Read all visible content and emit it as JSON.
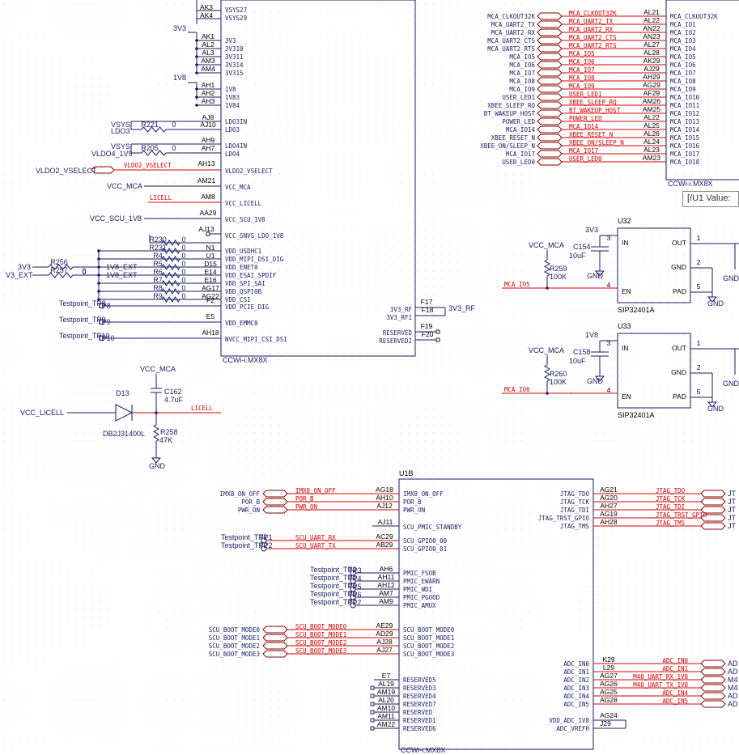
{
  "tooltip": "[/U1 Value:",
  "top_left": {
    "vsys_pins": [
      {
        "pin": "AK3",
        "net": "VSYS27"
      },
      {
        "pin": "AK4",
        "net": "VSYS29"
      }
    ],
    "v3v3_label": "3V3",
    "v3v3_pins": [
      {
        "pin": "AK1",
        "net": "3V3"
      },
      {
        "pin": "AL2",
        "net": "3V310"
      },
      {
        "pin": "AL3",
        "net": "3V311"
      },
      {
        "pin": "AM3",
        "net": "3V314"
      },
      {
        "pin": "AM4",
        "net": "3V315"
      }
    ],
    "v1v8_label": "1V8",
    "v1v8_pins": [
      {
        "pin": "AH1",
        "net": "1V8"
      },
      {
        "pin": "AH2",
        "net": "1V83"
      },
      {
        "pin": "AH3",
        "net": "1V84"
      }
    ],
    "ldo3": {
      "vsys": "VSYS",
      "ldo": "LDO3",
      "res": "R221",
      "val": "0",
      "pin1": "AJ8",
      "pin2": "AJ10",
      "net1": "LDO3IN",
      "net2": "LDO3"
    },
    "ldo4": {
      "vsys": "VSYS",
      "ldo": "VLDO4_1V5",
      "res": "R205",
      "val": "0",
      "pin1": "AH9",
      "pin2": "AH7",
      "net1": "LDO4IN",
      "net2": "LDO4"
    },
    "vldo2": {
      "label": "VLDO2_VSELECT",
      "red": "VLDO2_VSELECT",
      "pin": "AH13",
      "net": "VLDO2_VSELECT"
    },
    "vcc_mca": {
      "label": "VCC_MCA",
      "pin": "AM21",
      "net": "VCC_MCA"
    },
    "licell": {
      "red": "LICELL",
      "pin": "AM8",
      "net": "VCC_LICELL"
    },
    "vcc_scu": {
      "label": "VCC_SCU_1V8",
      "pin": "AA29",
      "net": "VCC_SCU_1V8"
    },
    "snvs": {
      "pin": "AJ13",
      "net": "VCC_SNVS_LDO_1V8"
    },
    "res_rows": [
      {
        "res": "R230",
        "val": "0",
        "pin": "",
        "net": ""
      },
      {
        "res": "R231",
        "val": "0",
        "pin": "N1",
        "net": "VDD_USDHC1"
      },
      {
        "res": "R4",
        "val": "0",
        "pin": "U1",
        "net": "VDD_MIPI_DSI_DIG"
      },
      {
        "res": "R5",
        "val": "0",
        "pin": "D15",
        "net": "VDD_ENET0"
      },
      {
        "res": "R6",
        "val": "0",
        "pin": "E14",
        "net": "VDD_ESAI_SPDIF"
      },
      {
        "res": "R7",
        "val": "0",
        "pin": "E16",
        "net": "VDD_SPI_SAI"
      },
      {
        "res": "R8",
        "val": "0",
        "pin": "AG17",
        "net": "VDD_QSPI0B"
      },
      {
        "res": "R9",
        "val": "0",
        "pin": "AG22",
        "net": "VDD_CSI"
      }
    ],
    "v3v3_ext": {
      "a": "3V3",
      "b": "V3_EXT",
      "r1": "R256",
      "r2": "R257",
      "v1": "0",
      "v2": "0",
      "ext1": "1V8_EXT",
      "ext2": "1V8_EXT"
    },
    "pcie": {
      "pin": "F2",
      "net": "VDD_PCIE_DIG",
      "tp": "Testpoint_TP8",
      "tpn": "TP8"
    },
    "emmc": {
      "pin": "E5",
      "net": "VDD_EMMC0",
      "tp": "Testpoint_TP9",
      "tpn": "TP9"
    },
    "csi": {
      "pin": "AH18",
      "net": "NVCC_MIPI_CSI_DSI",
      "tp": "Testpoint_TP10",
      "tpn": "TP10"
    },
    "rf": {
      "pin1": "F17",
      "pin2": "F18",
      "net1": "3V3_RF",
      "net2": "3V3_RF1",
      "out": "3V3_RF",
      "pin3": "F19",
      "pin4": "F20",
      "net3": "RESERVED",
      "net4": "RESERVED2"
    },
    "chip_name": "CCWi-i.MX8X"
  },
  "diode": {
    "vcc": "VCC_MCA",
    "c": "C162",
    "cval": "4.7uF",
    "d": "D13",
    "dpart": "DB2J31400L",
    "r": "R258",
    "rval": "47K",
    "gnd": "GND",
    "licell_in": "VCC_LICELL",
    "licell_out": "LICELL"
  },
  "mca": {
    "rows": [
      {
        "left": "MCA_CLKOUT32K",
        "red": "MCA_CLKOUT32K",
        "pin": "AL21",
        "net": "MCA_CLKOUT32K"
      },
      {
        "left": "MCA_UART2_TX",
        "red": "MCA_UART2_TX",
        "pin": "AL22",
        "net": "MCA_IO1"
      },
      {
        "left": "MCA_UART2_RX",
        "red": "MCA_UART2_RX",
        "pin": "AN22",
        "net": "MCA_IO2"
      },
      {
        "left": "MCA_UART2_CTS",
        "red": "MCA_UART2_CTS",
        "pin": "AN23",
        "net": "MCA_IO3"
      },
      {
        "left": "MCA_UART2_RTS",
        "red": "MCA_UART2_RTS",
        "pin": "AL27",
        "net": "MCA_IO4"
      },
      {
        "left": "MCA_IO5",
        "red": "MCA_IO5",
        "pin": "AL28",
        "net": "MCA_IO5"
      },
      {
        "left": "MCA_IO6",
        "red": "MCA_IO6",
        "pin": "AK29",
        "net": "MCA_IO6"
      },
      {
        "left": "MCA_IO7",
        "red": "MCA_IO7",
        "pin": "AJ29",
        "net": "MCA_IO7"
      },
      {
        "left": "MCA_IO8",
        "red": "MCA_IO8",
        "pin": "AH29",
        "net": "MCA_IO8"
      },
      {
        "left": "MCA_IO9",
        "red": "MCA_IO9",
        "pin": "AG29",
        "net": "MCA_IO9"
      },
      {
        "left": "USER_LED1",
        "red": "USER_LED1",
        "pin": "AF29",
        "net": "MCA_IO10"
      },
      {
        "left": "XBEE_SLEEP_RQ",
        "red": "XBEE_SLEEP_RQ",
        "pin": "AM26",
        "net": "MCA_IO11"
      },
      {
        "left": "BT_WAKEUP_HOST",
        "red": "BT_WAKEUP_HOST",
        "pin": "AM25",
        "net": "MCA_IO12"
      },
      {
        "left": "POWER_LED",
        "red": "POWER_LED",
        "pin": "AL22",
        "net": "MCA_IO13"
      },
      {
        "left": "MCA_IO14",
        "red": "MCA_IO14",
        "pin": "AL25",
        "net": "MCA_IO14"
      },
      {
        "left": "XBEE_RESET_N",
        "red": "XBEE_RESET_N",
        "pin": "AL26",
        "net": "MCA_IO15"
      },
      {
        "left": "XBEE_ON/SLEEP_N",
        "red": "XBEE_ON/SLEEP_N",
        "pin": "AL24",
        "net": "MCA_IO16"
      },
      {
        "left": "MCA_IO17",
        "red": "MCA_IO17",
        "pin": "AL23",
        "net": "MCA_IO17"
      },
      {
        "left": "USER_LED0",
        "red": "USER_LED0",
        "pin": "AM23",
        "net": "MCA_IO18"
      }
    ],
    "chip_name": "CCWi-i.MX8X"
  },
  "reg1": {
    "ref": "U32",
    "part": "SIP32401A",
    "v": "3V3",
    "cap": "C154",
    "cval": "10uF",
    "vcc": "VCC_MCA",
    "res": "R259",
    "rval": "100K",
    "en": "MCA_IO5",
    "gnd": "GND",
    "p_in": "IN",
    "p_en": "EN",
    "p_out": "OUT",
    "p_gnd": "GND",
    "p_pad": "PAD",
    "n3": "3",
    "n4": "4",
    "n1": "1",
    "n2": "2",
    "n5": "5"
  },
  "reg2": {
    "ref": "U33",
    "part": "SIP32401A",
    "v": "1V8",
    "cap": "C158",
    "cval": "10uF",
    "vcc": "VCC_MCA",
    "res": "R260",
    "rval": "100K",
    "en": "MCA_IO6",
    "gnd": "GND",
    "p_in": "IN",
    "p_en": "EN",
    "p_out": "OUT",
    "p_gnd": "GND",
    "p_pad": "PAD",
    "n3": "3",
    "n4": "4",
    "n1": "1",
    "n2": "2",
    "n5": "5"
  },
  "u1b": {
    "ref": "U1B",
    "chip_name": "CCWi-i.MX8X",
    "ctrl": [
      {
        "left": "IMX8_ON_OFF",
        "red": "IMX8_ON_OFF",
        "pin": "AG18",
        "net": "IMX8_ON_OFF"
      },
      {
        "left": "POR_B",
        "red": "POR_B",
        "pin": "AH10",
        "net": "POR_B"
      },
      {
        "left": "PWR_ON",
        "red": "PWR_ON",
        "pin": "AJ12",
        "net": "PWR_ON"
      }
    ],
    "standby": {
      "pin": "AJ11",
      "net": "SCU_PMIC_STANDBY"
    },
    "uart": [
      {
        "tp": "Testpoint_TP1",
        "tpn": "TP1",
        "red": "SCU_UART_RX",
        "pin": "AC29",
        "net": "SCU_GPIO0_00"
      },
      {
        "tp": "Testpoint_TP2",
        "tpn": "TP2",
        "red": "SCU_UART_TX",
        "pin": "AB29",
        "net": "SCU_GPIO0_01"
      }
    ],
    "pmic": [
      {
        "tp": "Testpoint_TP3",
        "tpn": "TP3",
        "pin": "AH6",
        "net": "PMIC_FSOB"
      },
      {
        "tp": "Testpoint_TP4",
        "tpn": "TP4",
        "pin": "AH11",
        "net": "PMIC_EWARN"
      },
      {
        "tp": "Testpoint_TP5",
        "tpn": "TP5",
        "pin": "AH12",
        "net": "PMIC_WDI"
      },
      {
        "tp": "Testpoint_TP6",
        "tpn": "TP6",
        "pin": "AM7",
        "net": "PMIC_PGOOD"
      },
      {
        "tp": "Testpoint_TP7",
        "tpn": "TP7",
        "pin": "AM9",
        "net": "PMIC_AMUX"
      }
    ],
    "boot": [
      {
        "left": "SCU_BOOT_MODE0",
        "red": "SCU_BOOT_MODE0",
        "pin": "AE29",
        "net": "SCU_BOOT_MODE0"
      },
      {
        "left": "SCU_BOOT_MODE1",
        "red": "SCU_BOOT_MODE1",
        "pin": "AD29",
        "net": "SCU_BOOT_MODE1"
      },
      {
        "left": "SCU_BOOT_MODE2",
        "red": "SCU_BOOT_MODE2",
        "pin": "AJ28",
        "net": "SCU_BOOT_MODE2"
      },
      {
        "left": "SCU_BOOT_MODE3",
        "red": "SCU_BOOT_MODE3",
        "pin": "AJ27",
        "net": "SCU_BOOT_MODE3"
      }
    ],
    "reserved": [
      {
        "pin": "E7",
        "net": "RESERVED5"
      },
      {
        "pin": "AL19",
        "net": "RESERVED3"
      },
      {
        "pin": "AM19",
        "net": "RESERVED4"
      },
      {
        "pin": "AL20",
        "net": "RESERVED7"
      },
      {
        "pin": "AM10",
        "net": "RESERVED"
      },
      {
        "pin": "AM11",
        "net": "RESERVED1"
      },
      {
        "pin": "AM22",
        "net": "RESERVED6"
      }
    ],
    "jtag": [
      {
        "net": "JTAG_TDO",
        "pin": "AG21",
        "red": "JTAG_TDO",
        "right": "JT"
      },
      {
        "net": "JTAG_TCK",
        "pin": "AG20",
        "red": "JTAG_TCK",
        "right": "JT"
      },
      {
        "net": "JTAG_TDI",
        "pin": "AH27",
        "red": "JTAG_TDI",
        "right": "JT"
      },
      {
        "net": "JTAG_TRST_GPIO",
        "pin": "AG19",
        "red": "JTAG_TRST_GPIO",
        "right": "JT"
      },
      {
        "net": "JTAG_TMS",
        "pin": "AH28",
        "red": "JTAG_TMS",
        "right": "JT"
      }
    ],
    "adc": [
      {
        "net": "ADC_IN0",
        "pin": "K29",
        "red": "ADC_IN0",
        "right": "AD"
      },
      {
        "net": "ADC_IN1",
        "pin": "L29",
        "red": "ADC_IN1",
        "right": "AD"
      },
      {
        "net": "ADC_IN2",
        "pin": "AG27",
        "red": "M40_UART_RX_1V8",
        "right": "M4"
      },
      {
        "net": "ADC_IN3",
        "pin": "AG26",
        "red": "M40_UART_TX_1V8",
        "right": "M4"
      },
      {
        "net": "ADC_IN4",
        "pin": "AG25",
        "red": "ADC_IN4",
        "right": "AD"
      },
      {
        "net": "ADC_IN5",
        "pin": "AG28",
        "red": "ADC_IN5",
        "right": "AD"
      }
    ],
    "vdd_adc": {
      "net": "VDD_ADC_1V8",
      "pin": "AG24",
      "net2": "ADC_VREFH",
      "pin2": "J29"
    }
  }
}
